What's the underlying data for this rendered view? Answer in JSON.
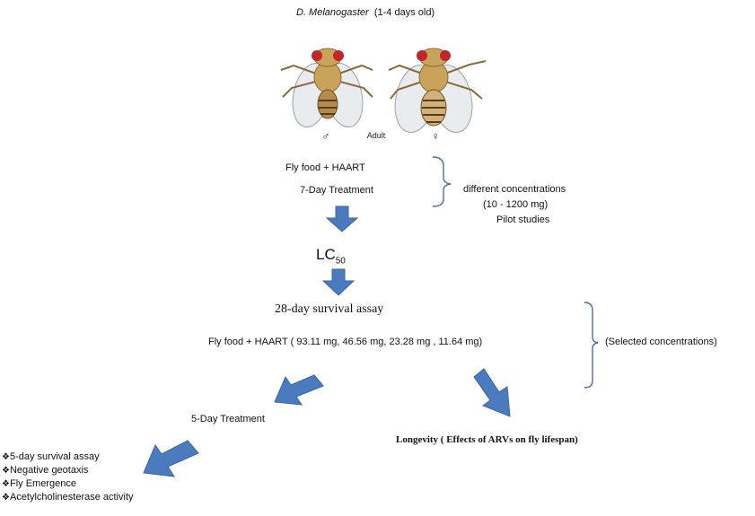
{
  "header": {
    "species": "D. Melanogaster",
    "age": "(1-4 days old)"
  },
  "flies": {
    "male_symbol": "♂",
    "adult_label": "Adult",
    "female_symbol": "♀"
  },
  "pilot": {
    "food_line": "Fly food  +  HAART",
    "treatment": "7-Day Treatment",
    "note_line1": "different concentrations",
    "note_line2": "(10 -  1200 mg)",
    "note_line3": "Pilot studies"
  },
  "lc50": {
    "main": "LC",
    "sub": "50"
  },
  "survival": {
    "title": "28-day survival assay",
    "food_line": "Fly food + HAART (  93.11  mg, 46.56 mg,  23.28 mg , 11.64 mg)",
    "selected": "(Selected concentrations)"
  },
  "branches": {
    "left_label": "5-Day Treatment",
    "right_label": "Longevity  ( Effects of ARVs on fly lifespan)"
  },
  "assays": [
    "5-day survival assay",
    "Negative geotaxis",
    "Fly Emergence",
    "Acetylcholinesterase activity"
  ],
  "colors": {
    "arrow": "#4a7bbf",
    "arrow_edge": "#3a66a6",
    "bracket": "#4a6fae"
  }
}
